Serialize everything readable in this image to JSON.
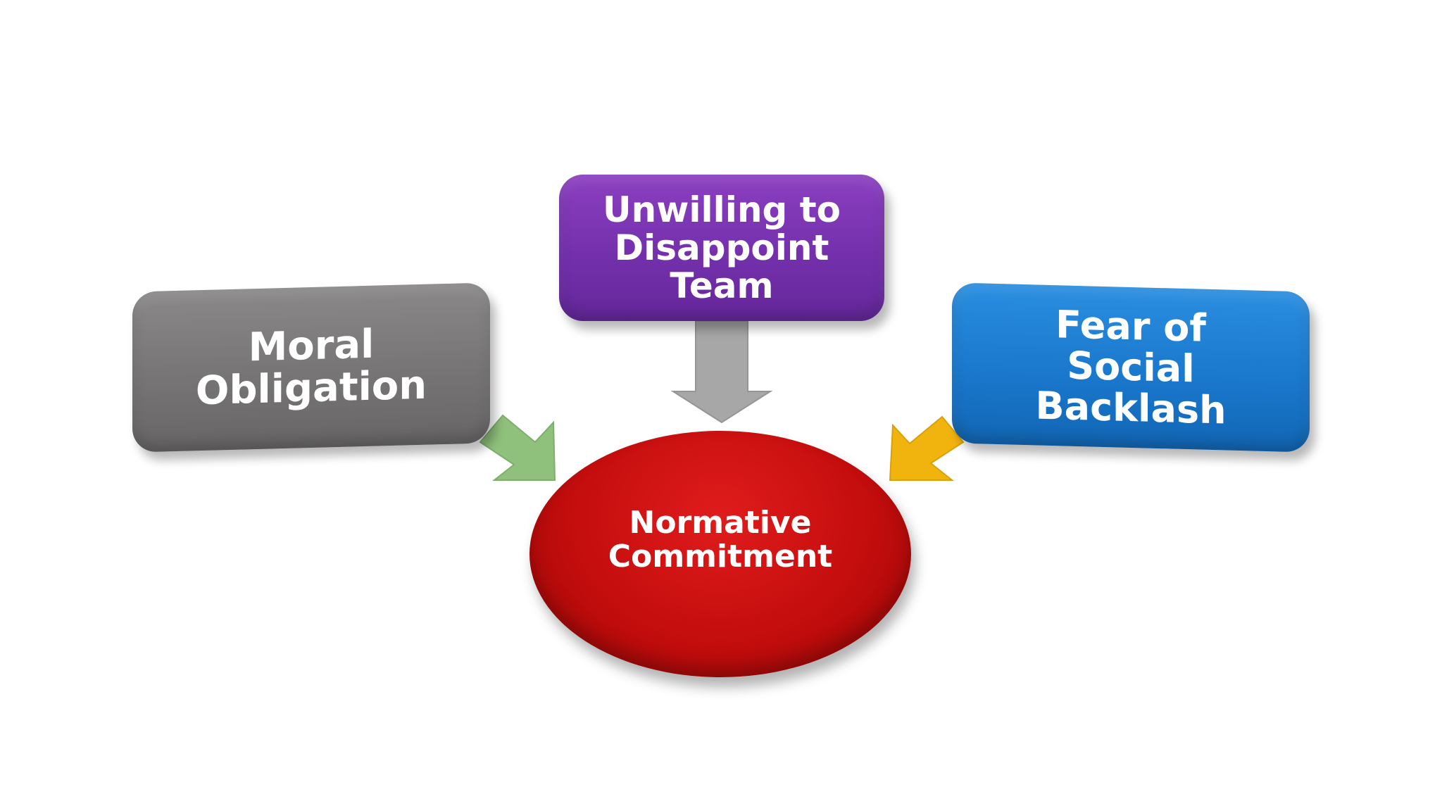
{
  "nodes": {
    "left": {
      "text": "Moral\nObligation",
      "color": "#767474"
    },
    "top": {
      "text": "Unwilling to\nDisappoint\nTeam",
      "color": "#7430ac"
    },
    "right": {
      "text": "Fear of\nSocial\nBacklash",
      "color": "#1a78cd"
    },
    "center": {
      "text": "Normative\nCommitment",
      "color": "#c40d0d"
    }
  },
  "arrows": {
    "left": {
      "color": "#8fc07c"
    },
    "top": {
      "color": "#a7a7a7"
    },
    "right": {
      "color": "#f1b40f"
    }
  }
}
